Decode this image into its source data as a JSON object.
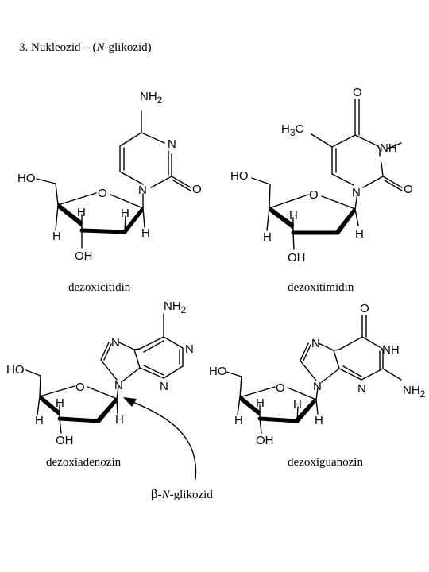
{
  "title": {
    "prefix": "3. Nukleozid – (",
    "italic": "N",
    "suffix": "-glikozid)"
  },
  "atoms": {
    "ho": "HO",
    "oh": "OH",
    "h": "H",
    "o": "O",
    "n": "N",
    "nh": "NH",
    "nh2_main": "NH",
    "nh2_sub": "2",
    "ch3_main": "H",
    "ch3_sub": "3",
    "ch3_c": "C"
  },
  "molecules": {
    "dezoxicitidin": "dezoxicitidin",
    "dezoxitimidin": "dezoxitimidin",
    "dezoxiadenozin": "dezoxiadenozin",
    "dezoxiguanozin": "dezoxiguanozin"
  },
  "annotation": {
    "beta": "β",
    "dash1": "-",
    "italic": "N",
    "suffix": "-glikozid"
  },
  "colors": {
    "ink": "#000000",
    "background": "#ffffff"
  }
}
